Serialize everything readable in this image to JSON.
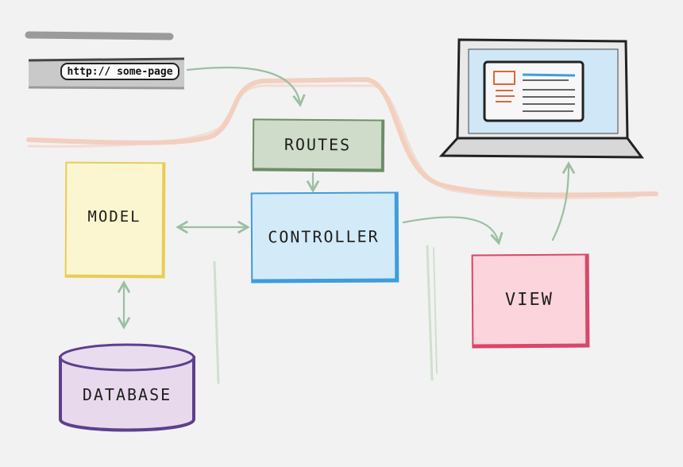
{
  "browser": {
    "url": "http:// some-page"
  },
  "nodes": {
    "routes": "ROUTES",
    "controller": "CONTROLLER",
    "model": "MODEL",
    "database": "DATABASE",
    "view": "VIEW"
  },
  "colors": {
    "routes": "#6f8c69",
    "controller": "#3e9ddc",
    "model": "#e8cc55",
    "view": "#d9476a",
    "database": "#5d3f8f",
    "arrows": "#9cbfa2",
    "pipe": "#f3c7b2"
  }
}
